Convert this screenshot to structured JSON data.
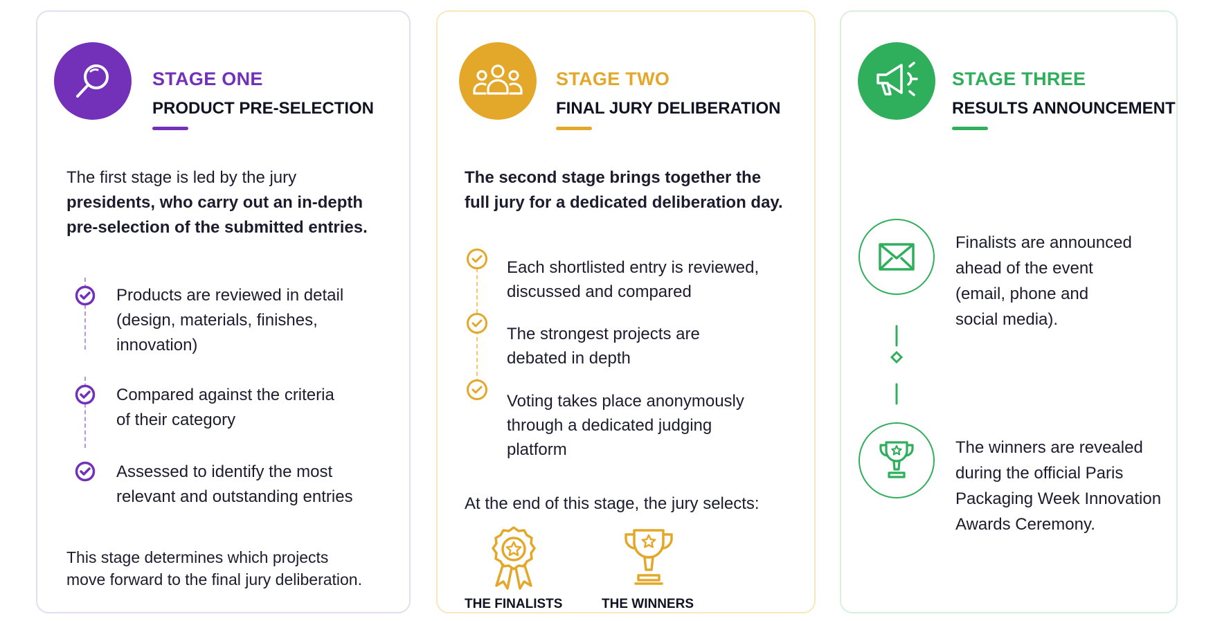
{
  "colors": {
    "purple": "#7231b8",
    "gold": "#e3a72a",
    "green": "#2fae5c"
  },
  "stage_one": {
    "icon": "magnifier-icon",
    "title": "STAGE ONE",
    "subtitle": "PRODUCT PRE-SELECTION",
    "intro_lines": [
      "The first stage is led by the jury",
      "presidents, who carry out an in-depth",
      "pre-selection of the submitted entries."
    ],
    "items": [
      [
        "Products are reviewed in detail",
        "(design, materials, finishes,",
        "innovation)"
      ],
      [
        "Compared against the criteria",
        "of their category"
      ],
      [
        "Assessed to identify the most",
        "relevant and outstanding entries"
      ]
    ],
    "footer_lines": [
      "This stage determines which projects",
      "move forward to the final jury deliberation."
    ]
  },
  "stage_two": {
    "icon": "group-icon",
    "title": "STAGE TWO",
    "subtitle": "FINAL JURY DELIBERATION",
    "intro_lines": [
      "The second stage brings together the",
      "full jury for a dedicated deliberation day."
    ],
    "items": [
      [
        "Each shortlisted entry is reviewed,",
        "discussed and compared"
      ],
      [
        "The strongest projects are",
        "debated in depth"
      ],
      [
        "Voting takes place anonymously",
        "through a dedicated judging",
        "platform"
      ]
    ],
    "select_text": "At the end of this stage, the jury selects:",
    "awards": [
      {
        "icon": "rosette-icon",
        "label": "THE FINALISTS"
      },
      {
        "icon": "trophy-icon",
        "label": "THE WINNERS"
      }
    ]
  },
  "stage_three": {
    "icon": "megaphone-icon",
    "title": "STAGE THREE",
    "subtitle": "RESULTS ANNOUNCEMENT",
    "blocks": [
      {
        "icon": "envelope-icon",
        "lines": [
          "Finalists are announced",
          "ahead of the event",
          "(email, phone and",
          "social media)."
        ]
      },
      {
        "icon": "trophy-icon",
        "lines": [
          "The winners are revealed",
          "during the official Paris",
          "Packaging Week Innovation",
          "Awards Ceremony."
        ]
      }
    ]
  }
}
